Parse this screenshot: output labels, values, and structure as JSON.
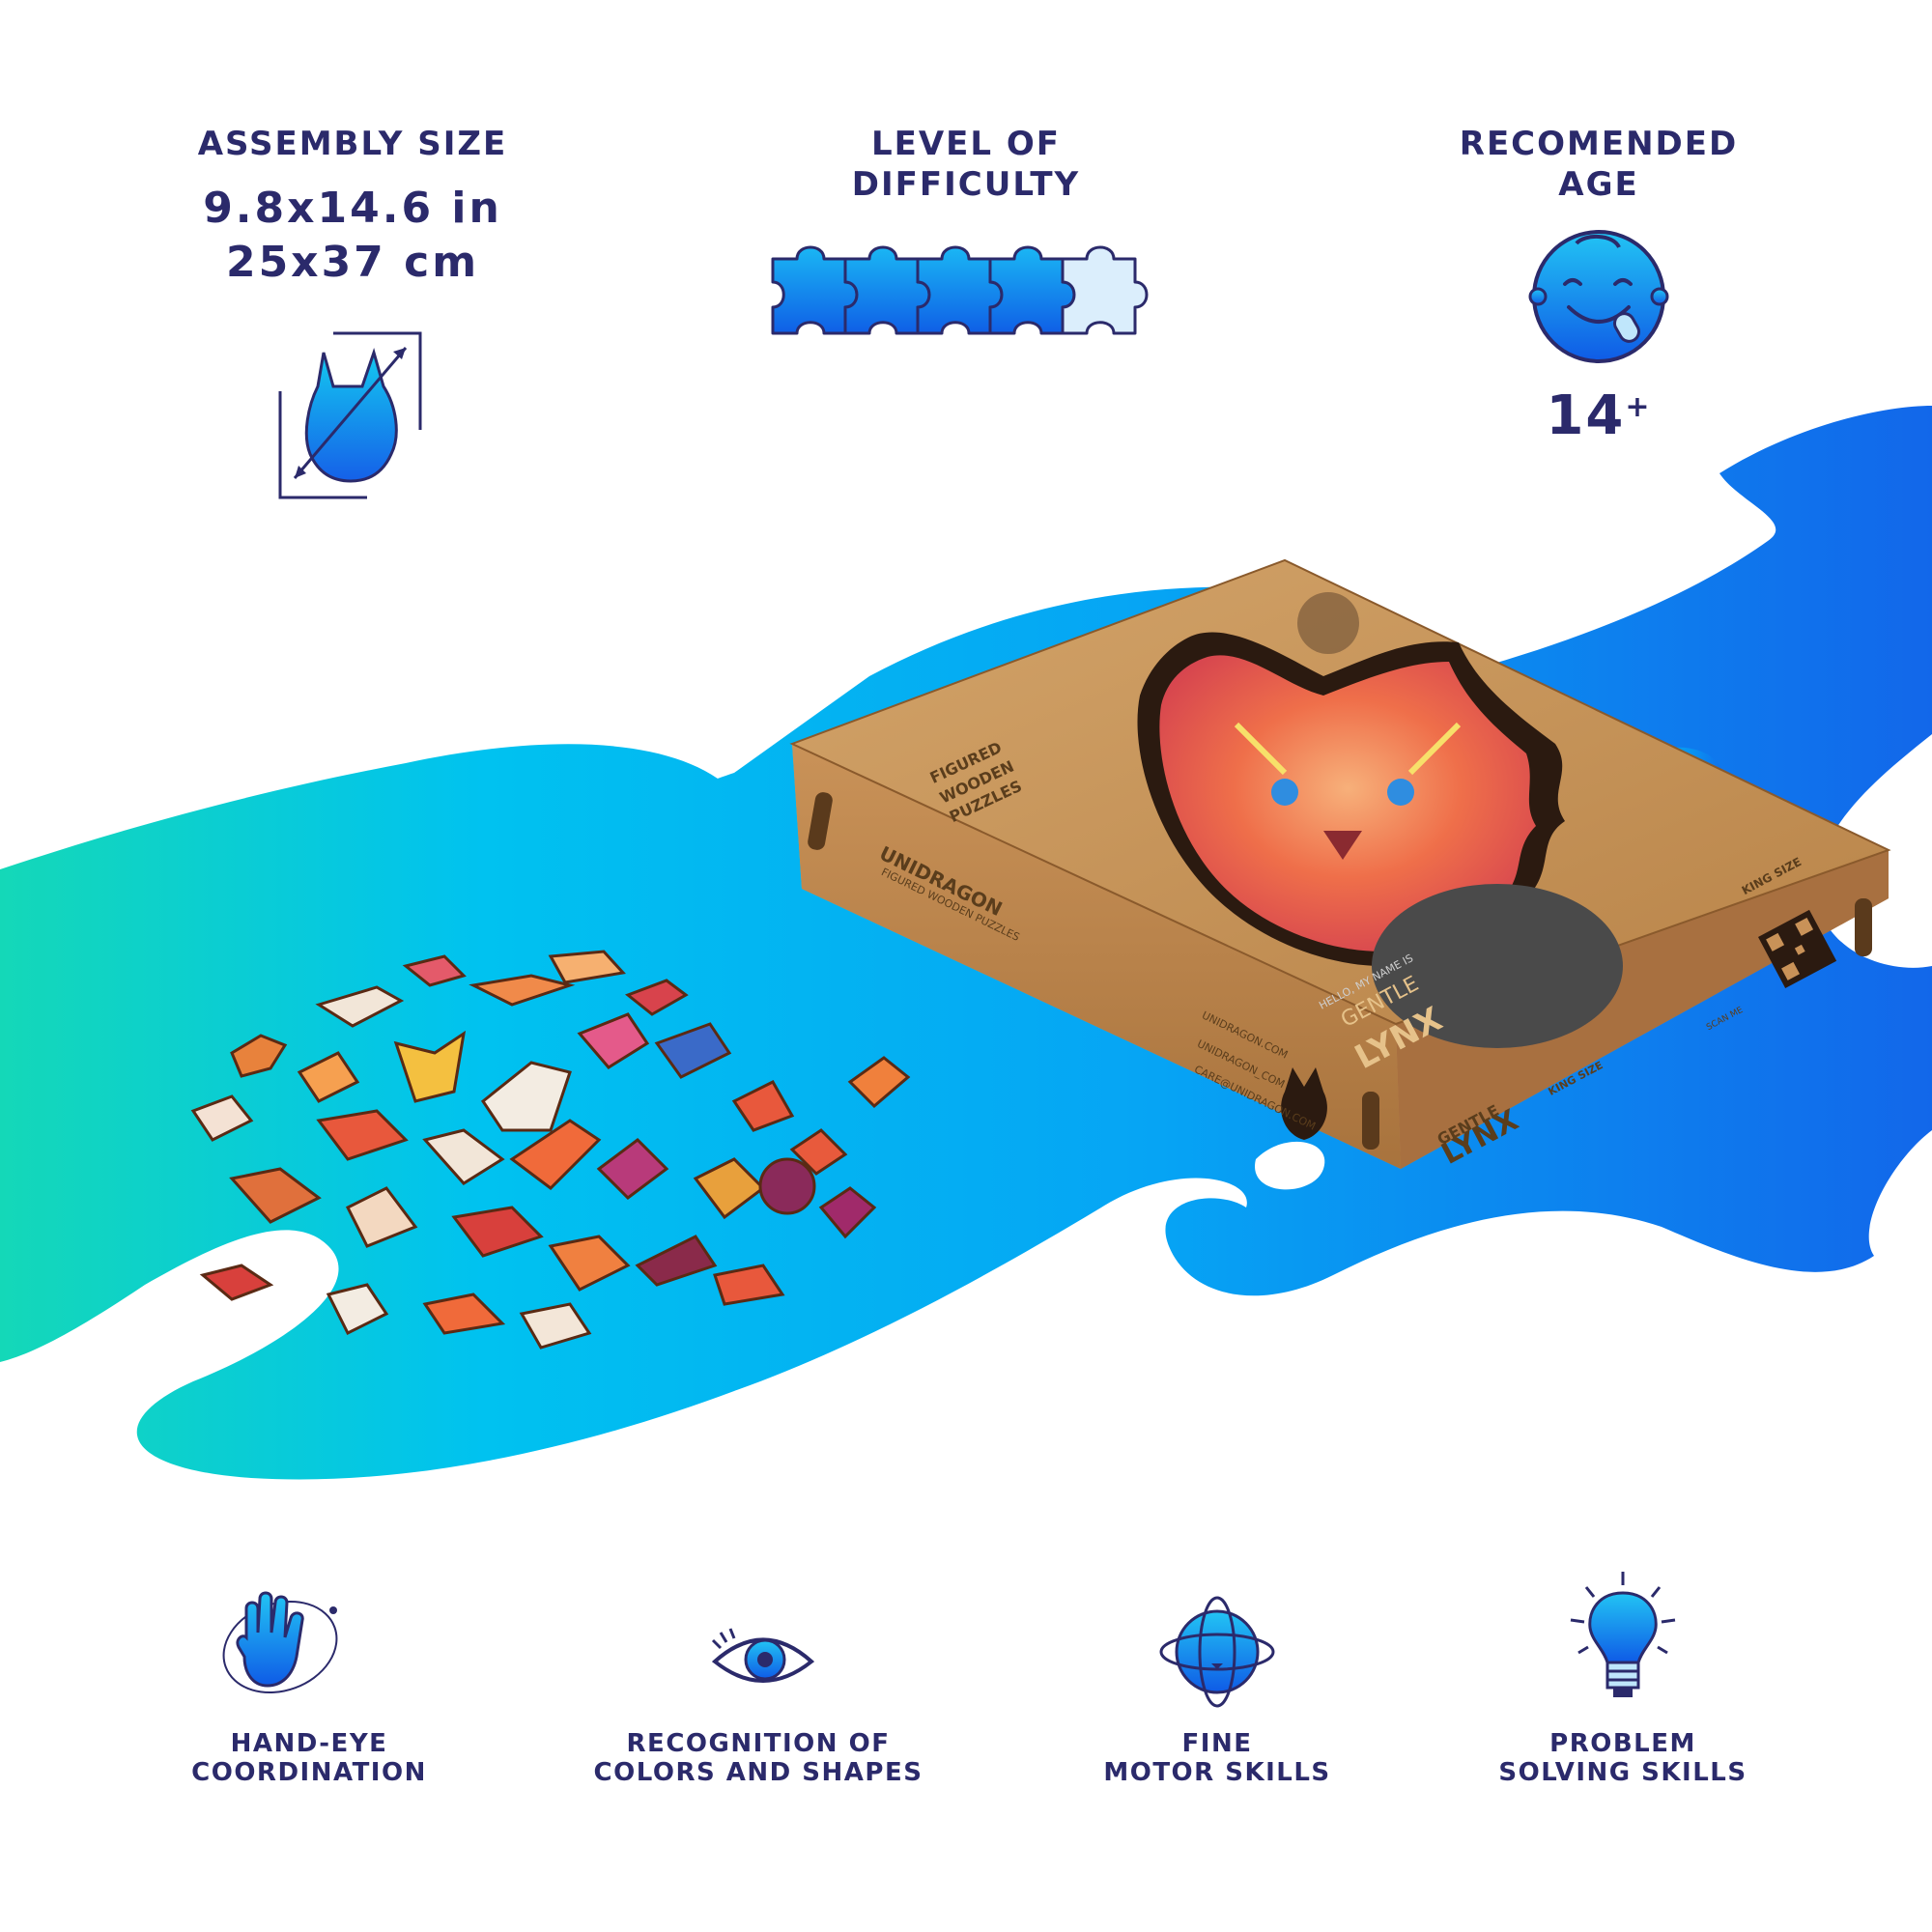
{
  "assembly": {
    "title": "ASSEMBLY SIZE",
    "size_in": "9.8x14.6 in",
    "size_cm": "25x37 cm",
    "icon": "lynx-silhouette-dimension-icon"
  },
  "difficulty": {
    "title_line1": "LEVEL OF",
    "title_line2": "DIFFICULTY",
    "level": 4,
    "max_level": 5,
    "icon": "puzzle-pieces-rating-icon"
  },
  "age": {
    "title_line1": "RECOMENDED",
    "title_line2": "AGE",
    "value": "14",
    "suffix": "+",
    "icon": "smiling-face-icon"
  },
  "box": {
    "brand": "UNIDRAGON",
    "brand_sub": "FIGURED WOODEN PUZZLES",
    "lid_text_line1": "FIGURED",
    "lid_text_line2": "WOODEN",
    "lid_text_line3": "PUZZLES",
    "badge_small": "HELLO, MY NAME IS",
    "badge_name1": "GENTLE",
    "badge_name2": "LYNX",
    "side_name1": "GENTLE",
    "side_name2": "LYNX",
    "side_tag": "KING SIZE",
    "site": "UNIDRAGON.COM",
    "social": "UNIDRAGON_COM",
    "email": "CARE@UNIDRAGON.COM",
    "size_label": "KING SIZE",
    "scan_label": "SCAN ME"
  },
  "skills": [
    {
      "icon": "hand-eye-icon",
      "line1": "HAND-EYE",
      "line2": "COORDINATION"
    },
    {
      "icon": "eye-icon",
      "line1": "RECOGNITION OF",
      "line2": "COLORS AND SHAPES"
    },
    {
      "icon": "globe-icon",
      "line1": "FINE",
      "line2": "MOTOR SKILLS"
    },
    {
      "icon": "lightbulb-icon",
      "line1": "PROBLEM",
      "line2": "SOLVING SKILLS"
    }
  ],
  "colors": {
    "text": "#2b2a6b",
    "blue": "#1565e8",
    "cyan": "#00c2f0",
    "teal": "#14d8b8",
    "cardboard": "#c99a62"
  }
}
